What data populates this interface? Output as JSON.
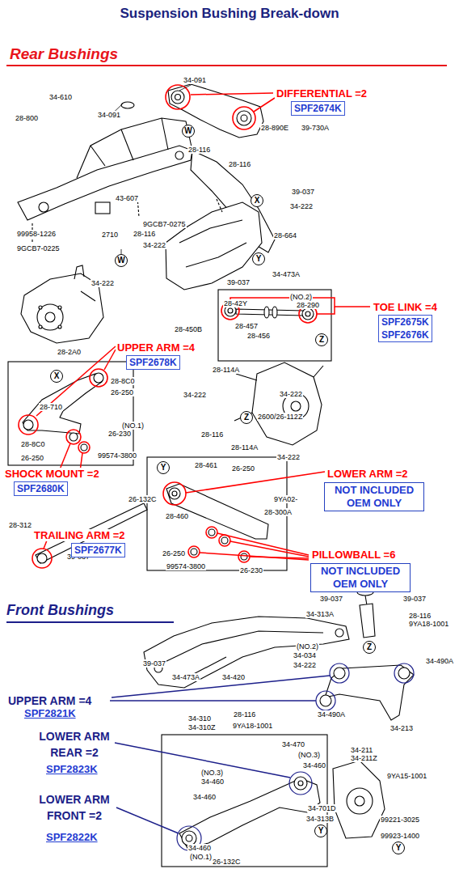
{
  "diagram": {
    "title": "Suspension Bushing Break-down",
    "nodes": [
      {
        "text": [
          "DIFFERENTIAL =2",
          "SPF2674K"
        ]
      },
      {
        "text": [
          "W"
        ]
      },
      {
        "text": [
          "X"
        ]
      },
      {
        "text": [
          "W"
        ]
      },
      {
        "text": [
          "Y"
        ]
      },
      {
        "text": [
          "TOE LINK =4",
          "SPF2675K",
          "SPF2676K"
        ]
      },
      {
        "text": [
          "Z"
        ]
      },
      {
        "text": [
          "UPPER ARM =4",
          "SPF2678K"
        ]
      },
      {
        "text": [
          "X"
        ]
      },
      {
        "text": [
          "Z"
        ]
      },
      {
        "text": [
          "SHOCK MOUNT =2",
          "SPF2680K"
        ]
      },
      {
        "text": [
          "LOWER ARM =2",
          "NOT INCLUDED OEM ONLY"
        ]
      },
      {
        "text": [
          "Y"
        ]
      },
      {
        "text": [
          "TRAILING ARM =2",
          "SPF2677K"
        ]
      },
      {
        "text": [
          "PILLOWBALL =6",
          "NOT INCLUDED OEM ONLY"
        ]
      },
      {
        "text": [
          "Z"
        ]
      },
      {
        "text": [
          "Y"
        ]
      },
      {
        "text": [
          "Y"
        ]
      }
    ],
    "labels": [
      "Rear Bushings",
      "34-091",
      "34-610",
      "34-091",
      "28-800",
      "28-890E",
      "39-730A",
      "28-116",
      "28-116",
      "39-037",
      "34-222",
      "43-607",
      "9GCB7-0275",
      "28-116",
      "99958-1226",
      "9GCB7-0225",
      "34-222",
      "28-664",
      "2710",
      "34-473A",
      "39-037",
      "34-222",
      "(NO.2)",
      "28-42Y",
      "28-290",
      "28-457",
      "28-450B",
      "28-456",
      "28-2A0",
      "28-114A",
      "28-8C0",
      "26-250",
      "34-222",
      "34-222",
      "34-222",
      "2600/26-112Z",
      "(NO.1)",
      "26-230",
      "28-8C0",
      "28-710",
      "28-116",
      "99574-3800",
      "26-250",
      "28-114A",
      "28-461",
      "26-250",
      "26-132C",
      "9YA02-",
      "28-460",
      "28-300A",
      "28-312",
      "26-250",
      "26-230",
      "39-037",
      "99574-3800",
      "Front Bushings",
      "39-037",
      "39-037",
      "34-313A",
      "28-116",
      "9YA18-1001",
      "(NO.2)",
      "34-034",
      "34-222",
      "34-490A",
      "39-037",
      "34-473A",
      "34-420",
      "UPPER ARM =4",
      "SPF2821K",
      "34-490A",
      "34-213",
      "34-310",
      "34-310Z",
      "28-116",
      "9YA18-1001",
      "LOWER ARM REAR =2",
      "34-470",
      "SPF2823K",
      "(NO.3)",
      "34-211",
      "34-211Z",
      "34-460",
      "(NO.3)",
      "9YA15-1001",
      "34-460",
      "34-460",
      "LOWER ARM FRONT =2",
      "34-701D",
      "34-313B",
      "99221-3025",
      "SPF2822K",
      "99923-1400",
      "34-460",
      "(NO.1)",
      "26-132C"
    ]
  }
}
